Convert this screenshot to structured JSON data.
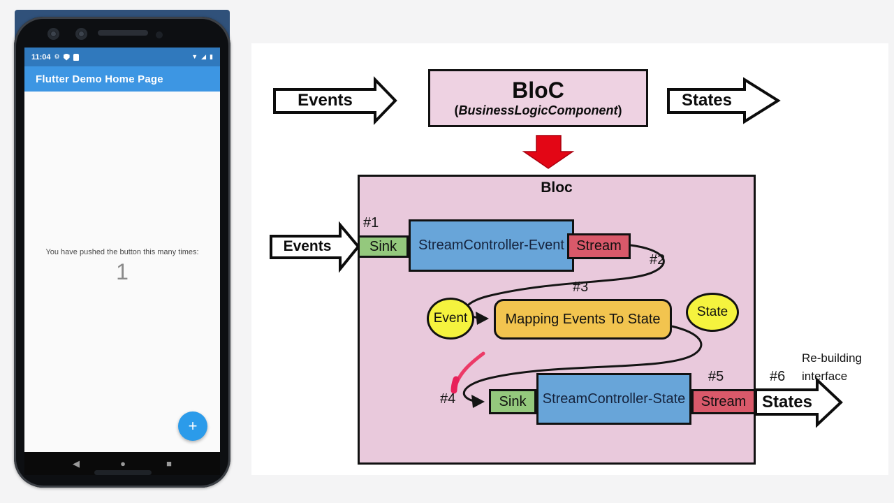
{
  "phone": {
    "status_bar": {
      "time": "11:04"
    },
    "app_bar": {
      "title": "Flutter Demo Home Page"
    },
    "body": {
      "caption": "You have pushed the button this many times:",
      "count": "1"
    },
    "fab": {
      "label": "+"
    },
    "nav": {
      "back": "◀",
      "home": "●",
      "recents": "■"
    },
    "icons": {
      "gear": "⚙",
      "wifi": "▼",
      "signal": "◢",
      "battery": "▮"
    }
  },
  "diagram": {
    "top": {
      "events_label": "Events",
      "bloc_title": "BloC",
      "subtitle_open": "(",
      "subtitle_word": "BusinessLogicComponent",
      "subtitle_close": ")",
      "states_label": "States"
    },
    "bloc": {
      "title": "Bloc",
      "events_in_label": "Events",
      "step1": "#1",
      "step2": "#2",
      "step3": "#3",
      "step4": "#4",
      "step5": "#5",
      "step6": "#6",
      "sink_event": "Sink",
      "controller_event": "StreamController-Event",
      "stream_event": "Stream",
      "event_bubble": "Event",
      "mapping": "Mapping Events To State",
      "state_bubble": "State",
      "sink_state": "Sink",
      "controller_state": "StreamController-State",
      "stream_state": "Stream",
      "states_out_label": "States",
      "rebuilding_line1": "Re-building",
      "rebuilding_line2": "interface"
    },
    "colors": {
      "panel": "#ffffff",
      "bloc_pink_light": "#eed2e2",
      "bloc_pink": "#e9c9dc",
      "controller_blue": "#68a5d9",
      "sink_green": "#94c87d",
      "stream_red": "#d9596a",
      "bubble_yellow": "#f5f33e",
      "mapping_orange": "#f2c44f",
      "arrow_red": "#e30615",
      "appbar_blue": "#3d96e3",
      "statusbar_blue": "#3079bd",
      "fab_blue": "#2b9bea"
    }
  }
}
